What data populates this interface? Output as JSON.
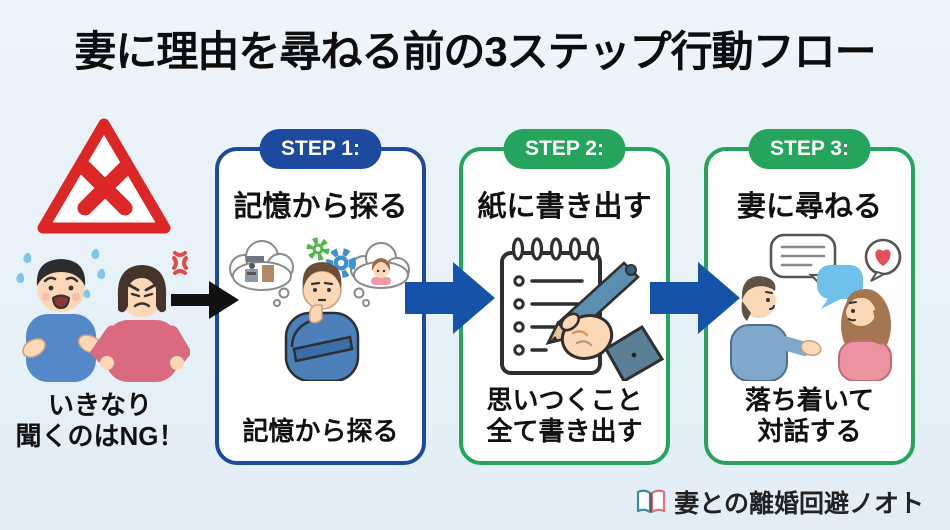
{
  "page": {
    "title": "妻に理由を尋ねる前の3ステップ行動フロー",
    "background": "#e7f1f8"
  },
  "warning": {
    "caption_line1": "いきなり",
    "caption_line2": "聞くのはNG！"
  },
  "steps": [
    {
      "badge": "STEP 1:",
      "title": "記憶から探る",
      "caption_line1": "記憶から探る",
      "caption_line2": "",
      "accent": "#1d4a9e"
    },
    {
      "badge": "STEP 2:",
      "title": "紙に書き出す",
      "caption_line1": "思いつくこと",
      "caption_line2": "全て書き出す",
      "accent": "#24a45c"
    },
    {
      "badge": "STEP 3:",
      "title": "妻に尋ねる",
      "caption_line1": "落ち着いて",
      "caption_line2": "対話する",
      "accent": "#24a45c"
    }
  ],
  "footer": {
    "brand": "妻との離婚回避ノオト"
  },
  "icons": {
    "warning": "warning-triangle-x-icon",
    "flow_start_arrow": "black-arrow-right-icon",
    "flow_step_arrow": "blue-block-arrow-right-icon",
    "brand_logo": "open-book-icon"
  },
  "colors": {
    "step_blue": "#1d4a9e",
    "step_green": "#24a45c",
    "arrow_blue": "#1453a8",
    "arrow_black": "#111111",
    "warning_red": "#dd2626",
    "card_background": "#fefefe"
  }
}
